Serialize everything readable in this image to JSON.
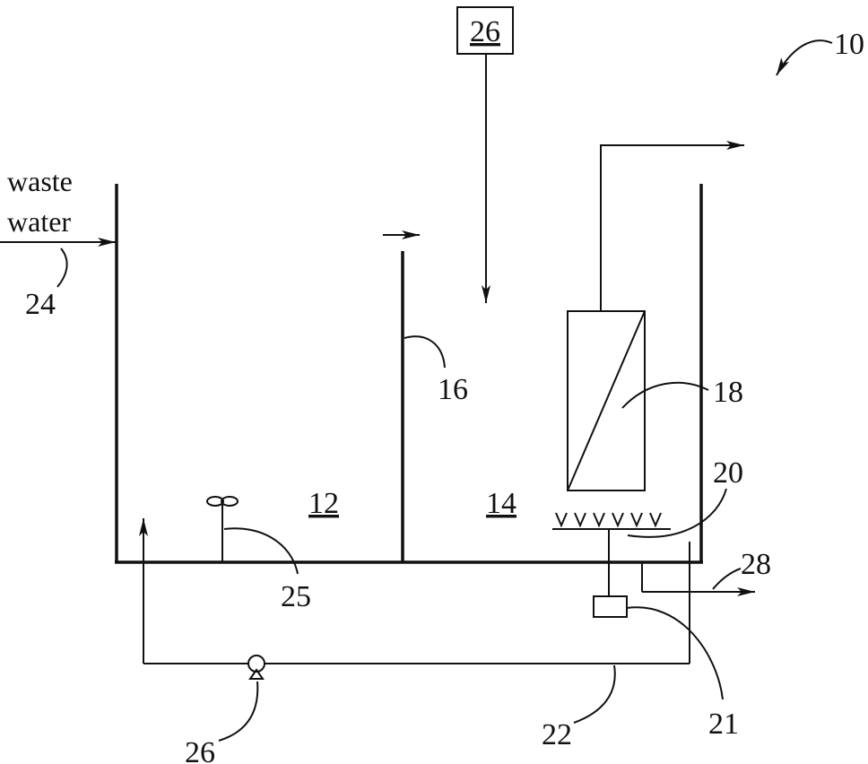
{
  "inlet": {
    "line1": "waste",
    "line2": "water"
  },
  "labels": {
    "system": "10",
    "anoxic_zone": "12",
    "aerobic_zone": "14",
    "baffle": "16",
    "membrane": "18",
    "diffuser": "20",
    "blower": "21",
    "recycle_line": "22",
    "inlet_ref": "24",
    "mixer": "25",
    "dosing_box": "26",
    "pump": "26",
    "sludge_out": "28"
  },
  "colors": {
    "ink": "#111111",
    "background": "#ffffff"
  },
  "icons": [
    "mixer-icon",
    "pump-icon",
    "diffuser-icon"
  ]
}
